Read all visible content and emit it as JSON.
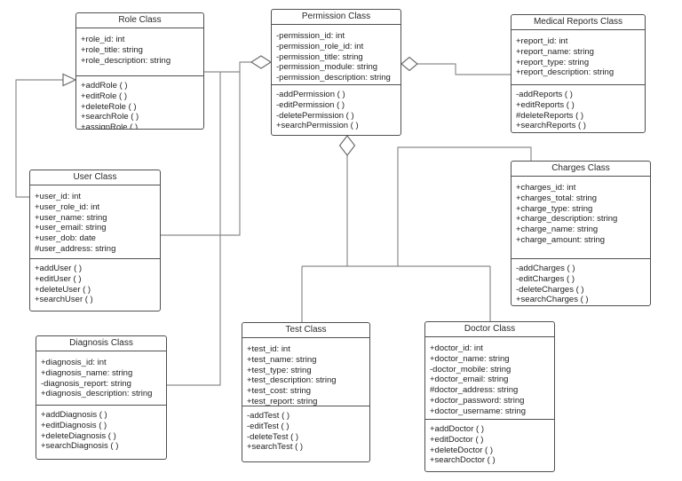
{
  "classes": [
    {
      "id": "role",
      "title": "Role Class",
      "attributes": [
        "+role_id: int",
        "+role_title: string",
        "+role_description: string"
      ],
      "methods": [
        "+addRole ( )",
        "+editRole ( )",
        "+deleteRole ( )",
        "+searchRole ( )",
        "+assignRole ( )"
      ]
    },
    {
      "id": "permission",
      "title": "Permission Class",
      "attributes": [
        "-permission_id: int",
        "-permission_role_id: int",
        "-permission_title: string",
        "-permission_module: string",
        "-permission_description: string"
      ],
      "methods": [
        "-addPermission ( )",
        "-editPermission ( )",
        "-deletePermission ( )",
        "+searchPermission ( )"
      ]
    },
    {
      "id": "medical",
      "title": "Medical Reports Class",
      "attributes": [
        "+report_id: int",
        "+report_name: string",
        "+report_type: string",
        "+report_description: string"
      ],
      "methods": [
        "-addReports ( )",
        "+editReports ( )",
        "#deleteReports ( )",
        "+searchReports ( )"
      ]
    },
    {
      "id": "user",
      "title": "User Class",
      "attributes": [
        "+user_id: int",
        "+user_role_id: int",
        "+user_name: string",
        "+user_email: string",
        "+user_dob: date",
        "#user_address: string"
      ],
      "methods": [
        "+addUser ( )",
        "+editUser ( )",
        "+deleteUser ( )",
        "+searchUser ( )"
      ]
    },
    {
      "id": "charges",
      "title": "Charges Class",
      "attributes": [
        "+charges_id: int",
        "+charges_total: string",
        "+charge_type: string",
        "+charge_description: string",
        "+charge_name: string",
        "+charge_amount: string"
      ],
      "methods": [
        "-addCharges ( )",
        "-editCharges ( )",
        "-deleteCharges ( )",
        "+searchCharges ( )"
      ]
    },
    {
      "id": "diagnosis",
      "title": "Diagnosis Class",
      "attributes": [
        "+diagnosis_id: int",
        "+diagnosis_name: string",
        "-diagnosis_report: string",
        "+diagnosis_description:  string"
      ],
      "methods": [
        "+addDiagnosis ( )",
        "+editDiagnosis ( )",
        "+deleteDiagnosis ( )",
        "+searchDiagnosis ( )"
      ]
    },
    {
      "id": "test",
      "title": "Test Class",
      "attributes": [
        "+test_id: int",
        "+test_name: string",
        "+test_type: string",
        "+test_description: string",
        "+test_cost: string",
        "+test_report: string"
      ],
      "methods": [
        "-addTest ( )",
        "-editTest ( )",
        "-deleteTest ( )",
        "+searchTest ( )"
      ]
    },
    {
      "id": "doctor",
      "title": "Doctor Class",
      "attributes": [
        "+doctor_id: int",
        "+doctor_name: string",
        "-doctor_mobile: string",
        "+doctor_email: string",
        "#doctor_address: string",
        "+doctor_password: string",
        "+doctor_username: string"
      ],
      "methods": [
        "+addDoctor ( )",
        "+editDoctor ( )",
        "+deleteDoctor ( )",
        "+searchDoctor ( )"
      ]
    }
  ],
  "relationships": [
    {
      "type": "generalization",
      "from": "User Class",
      "to": "Role Class"
    },
    {
      "type": "aggregation",
      "whole": "Permission Class",
      "part": "Role Class"
    },
    {
      "type": "aggregation",
      "whole": "Permission Class",
      "part": "User Class"
    },
    {
      "type": "aggregation",
      "whole": "Permission Class",
      "part": "Diagnosis Class"
    },
    {
      "type": "aggregation",
      "whole": "Permission Class",
      "part": "Medical Reports Class"
    },
    {
      "type": "aggregation",
      "whole": "Permission Class",
      "part": "Test Class"
    },
    {
      "type": "aggregation",
      "whole": "Permission Class",
      "part": "Doctor Class"
    },
    {
      "type": "aggregation",
      "whole": "Permission Class",
      "part": "Charges Class"
    }
  ],
  "colors": {
    "box_border": "#4f4f4f",
    "connector": "#8c8c8c",
    "background": "#ffffff",
    "text": "#1f1f1f"
  }
}
